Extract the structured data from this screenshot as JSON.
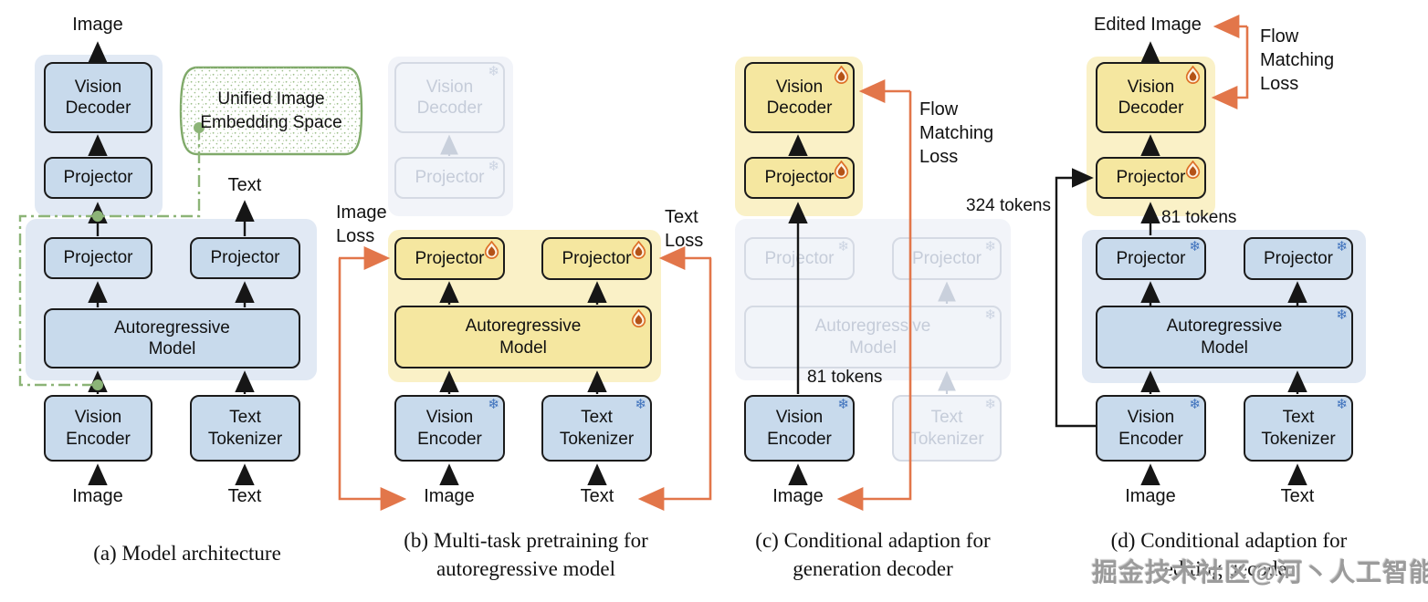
{
  "boxes": {
    "vision_decoder": "Vision\nDecoder",
    "projector": "Projector",
    "autoregressive_model": "Autoregressive\nModel",
    "vision_encoder": "Vision\nEncoder",
    "text_tokenizer": "Text\nTokenizer"
  },
  "labels": {
    "image": "Image",
    "text": "Text",
    "edited_image": "Edited Image",
    "image_loss": "Image Loss",
    "text_loss": "Text Loss",
    "flow_matching_loss": "Flow Matching Loss",
    "tokens_81": "81 tokens",
    "tokens_324": "324 tokens",
    "embedding_space": "Unified Image Embedding Space"
  },
  "captions": {
    "a": "(a) Model architecture",
    "b_line1": "(b) Multi-task pretraining for",
    "b_line2": "autoregressive model",
    "c_line1": "(c) Conditional adaption for",
    "c_line2": "generation decoder",
    "d_line1": "(d) Conditional adaption for",
    "d_line2": "editing decoder"
  },
  "icons": {
    "snowflake": "❄"
  },
  "watermark": "掘金技术社区@河丶人工智能",
  "colors": {
    "blue_box": "#c8daec",
    "blue_container": "#e1e9f4",
    "yellow_box": "#f5e7a0",
    "yellow_container": "#faf1c7",
    "faded_fill": "#f1f4f9",
    "faded_border": "#d5dae4",
    "faded_text": "#c5ccd9",
    "faded_container": "#f2f4f9",
    "orange": "#e2764a",
    "green": "#8cb477",
    "snowflake": "#3f72bd",
    "fire_outline": "#dd7028",
    "fire_core": "#b45317"
  }
}
